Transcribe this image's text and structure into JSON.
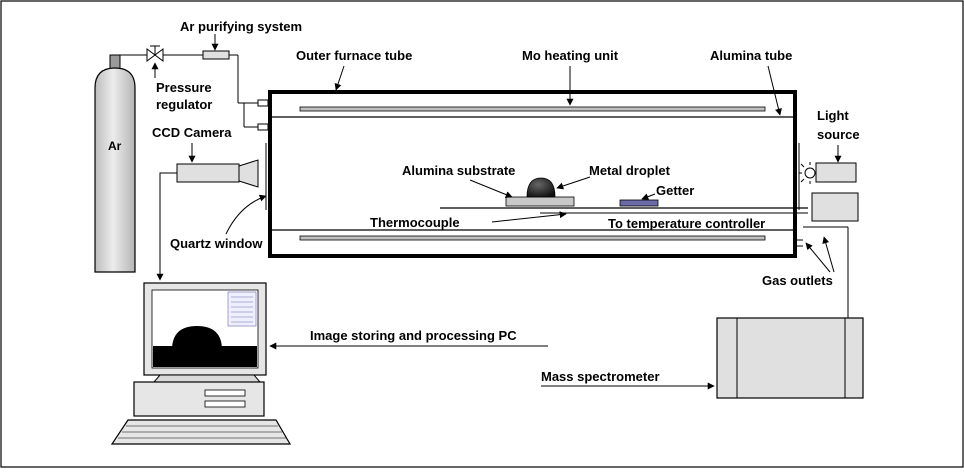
{
  "diagram": {
    "labels": {
      "ar_purifying": "Ar purifying system",
      "outer_furnace_tube": "Outer furnace tube",
      "mo_heating_unit": "Mo heating unit",
      "alumina_tube": "Alumina tube",
      "pressure_line1": "Pressure",
      "pressure_line2": "regulator",
      "light_line1": "Light",
      "light_line2": "source",
      "ccd_camera": "CCD Camera",
      "ar": "Ar",
      "alumina_substrate": "Alumina substrate",
      "metal_droplet": "Metal droplet",
      "getter": "Getter",
      "thermocouple": "Thermocouple",
      "to_temperature_controller": "To temperature controller",
      "quartz_window": "Quartz window",
      "gas_outlets": "Gas outlets",
      "image_pc": "Image storing and processing PC",
      "mass_spectrometer": "Mass spectrometer"
    },
    "colors": {
      "line": "#000000",
      "cylinder": "#d9d9d9",
      "substrate": "#c8c8c8",
      "getter": "#6a6aa8",
      "screen_white": "#ffffff",
      "screen_gray": "#e8e8e8",
      "monitor_body": "#e6e6e6",
      "spectrometer": "#e0e0e0",
      "frame": "#d4d4d4"
    }
  }
}
